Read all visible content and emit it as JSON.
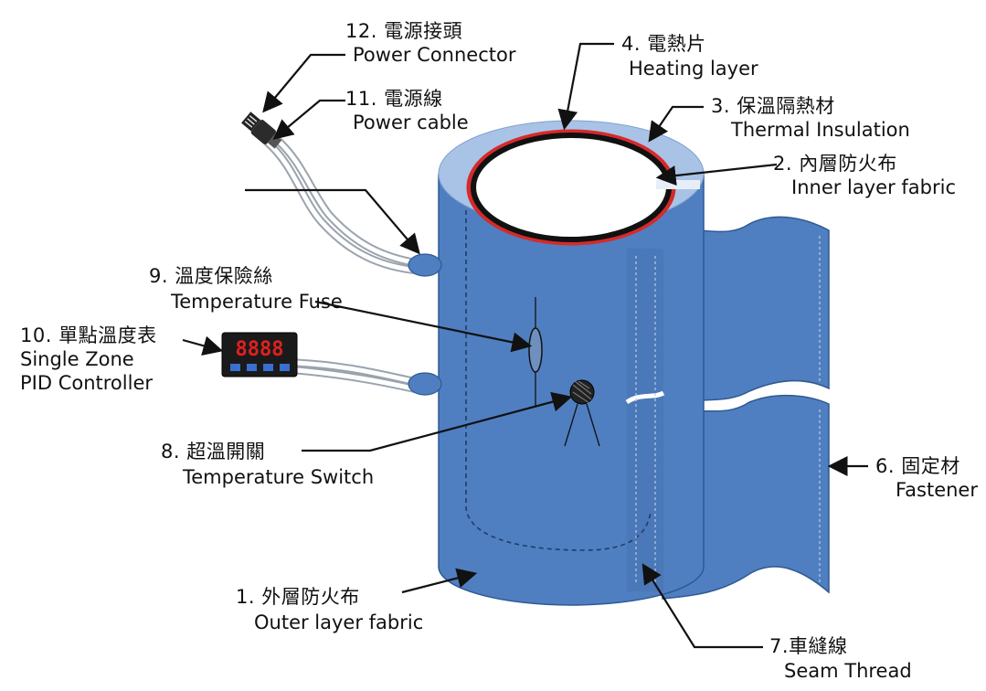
{
  "diagram": {
    "colors": {
      "jacket": "#4f7fc1",
      "jacket_dark": "#3e6aa8",
      "insulation": "#a9c3e6",
      "heating": "#d62a2a",
      "inner_ring": "#111111",
      "leader": "#111111",
      "display_bg": "#1a1a1a",
      "display_digits": "#e02020",
      "display_buttons": "#3a6fd0"
    },
    "display_digits": "8888",
    "labels": [
      {
        "id": "power-connector",
        "zh": "12. 電源接頭",
        "en": "Power Connector"
      },
      {
        "id": "power-cable",
        "zh": "11. 電源線",
        "en": "Power cable"
      },
      {
        "id": "heating-layer",
        "zh": "4. 電熱片",
        "en": "Heating layer"
      },
      {
        "id": "thermal-insulation",
        "zh": "3. 保溫隔熱材",
        "en": "Thermal Insulation"
      },
      {
        "id": "inner-layer-fabric",
        "zh": "2. 內層防火布",
        "en": "Inner layer fabric"
      },
      {
        "id": "temperature-fuse",
        "zh": "9. 溫度保險絲",
        "en": "Temperature Fuse"
      },
      {
        "id": "pid-controller",
        "zh": "10. 單點溫度表",
        "en": "Single Zone",
        "en2": "PID Controller"
      },
      {
        "id": "temperature-switch",
        "zh": "8. 超溫開關",
        "en": "Temperature Switch"
      },
      {
        "id": "fastener",
        "zh": "6. 固定材",
        "en": "Fastener"
      },
      {
        "id": "outer-layer-fabric",
        "zh": "1. 外層防火布",
        "en": "Outer layer fabric"
      },
      {
        "id": "seam-thread",
        "zh": "7.車縫線",
        "en": "Seam Thread"
      }
    ]
  }
}
